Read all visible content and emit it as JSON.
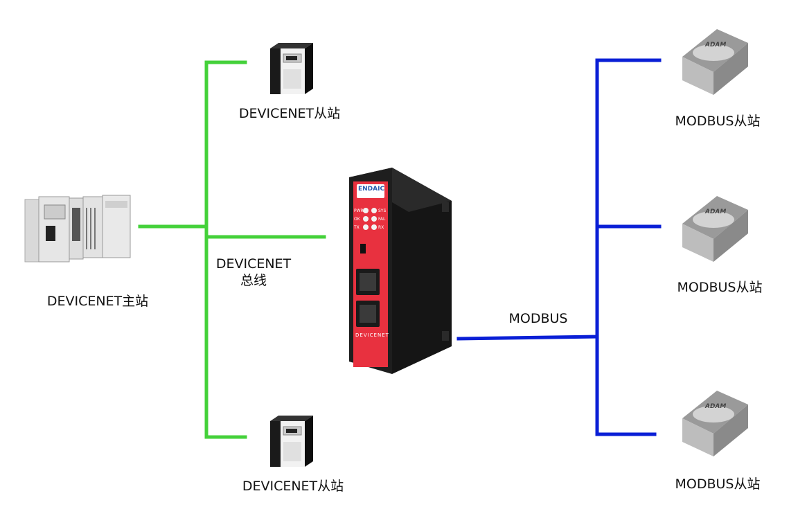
{
  "labels": {
    "master": "DEVICENET主站",
    "dn_slave_top": "DEVICENET从站",
    "dn_slave_bottom": "DEVICENET从站",
    "dn_bus_line1": "DEVICENET",
    "dn_bus_line2": "总线",
    "modbus_bus": "MODBUS",
    "mb_slave_1": "MODBUS从站",
    "mb_slave_2": "MODBUS从站",
    "mb_slave_3": "MODBUS从站"
  },
  "gateway": {
    "brand": "ENDAIC",
    "leds_left": [
      "PWR",
      "OK",
      "TX"
    ],
    "leds_right": [
      "SYS",
      "FAL",
      "RX"
    ],
    "port_label": "DEVICENET"
  },
  "module_brand": "ADAM",
  "colors": {
    "devicenet_line": "#44d13a",
    "modbus_line": "#0a1fd6",
    "gateway_red": "#e8313f",
    "gateway_body": "#1c1c1c"
  }
}
